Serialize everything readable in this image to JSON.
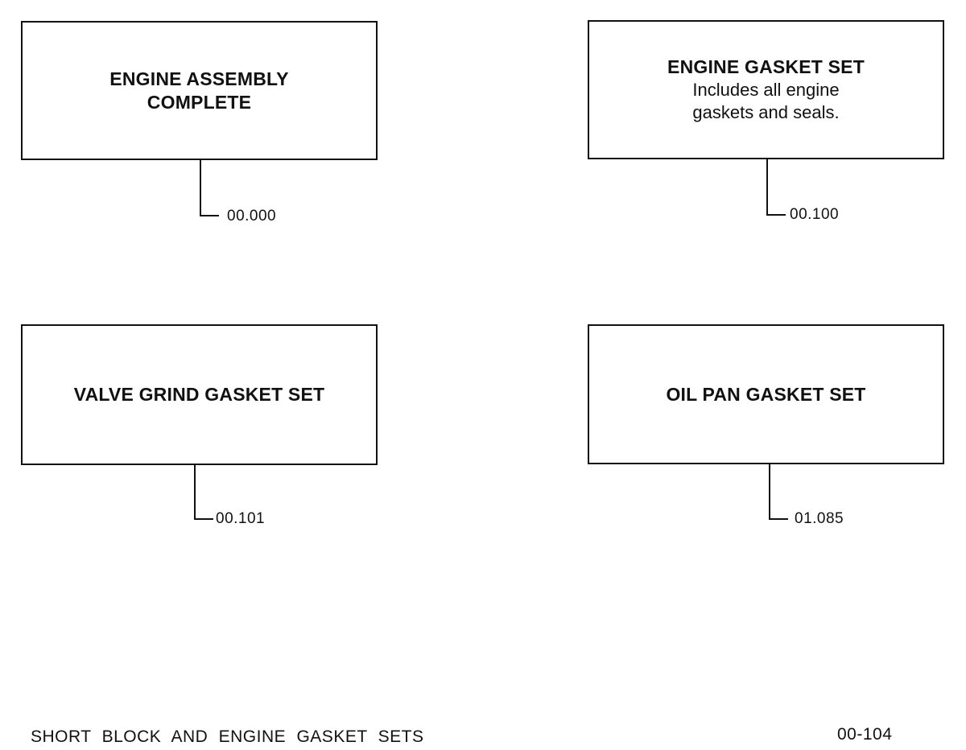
{
  "parts": [
    {
      "title": "ENGINE ASSEMBLY\nCOMPLETE",
      "description": "",
      "part_number": "00.000"
    },
    {
      "title": "ENGINE GASKET SET",
      "description": "Includes all engine\ngaskets and seals.",
      "part_number": "00.100"
    },
    {
      "title": "VALVE GRIND GASKET SET",
      "description": "",
      "part_number": "00.101"
    },
    {
      "title": "OIL PAN GASKET SET",
      "description": "",
      "part_number": "01.085"
    }
  ],
  "footer": {
    "section_title": "SHORT BLOCK AND ENGINE GASKET SETS",
    "page_number": "00-104"
  }
}
